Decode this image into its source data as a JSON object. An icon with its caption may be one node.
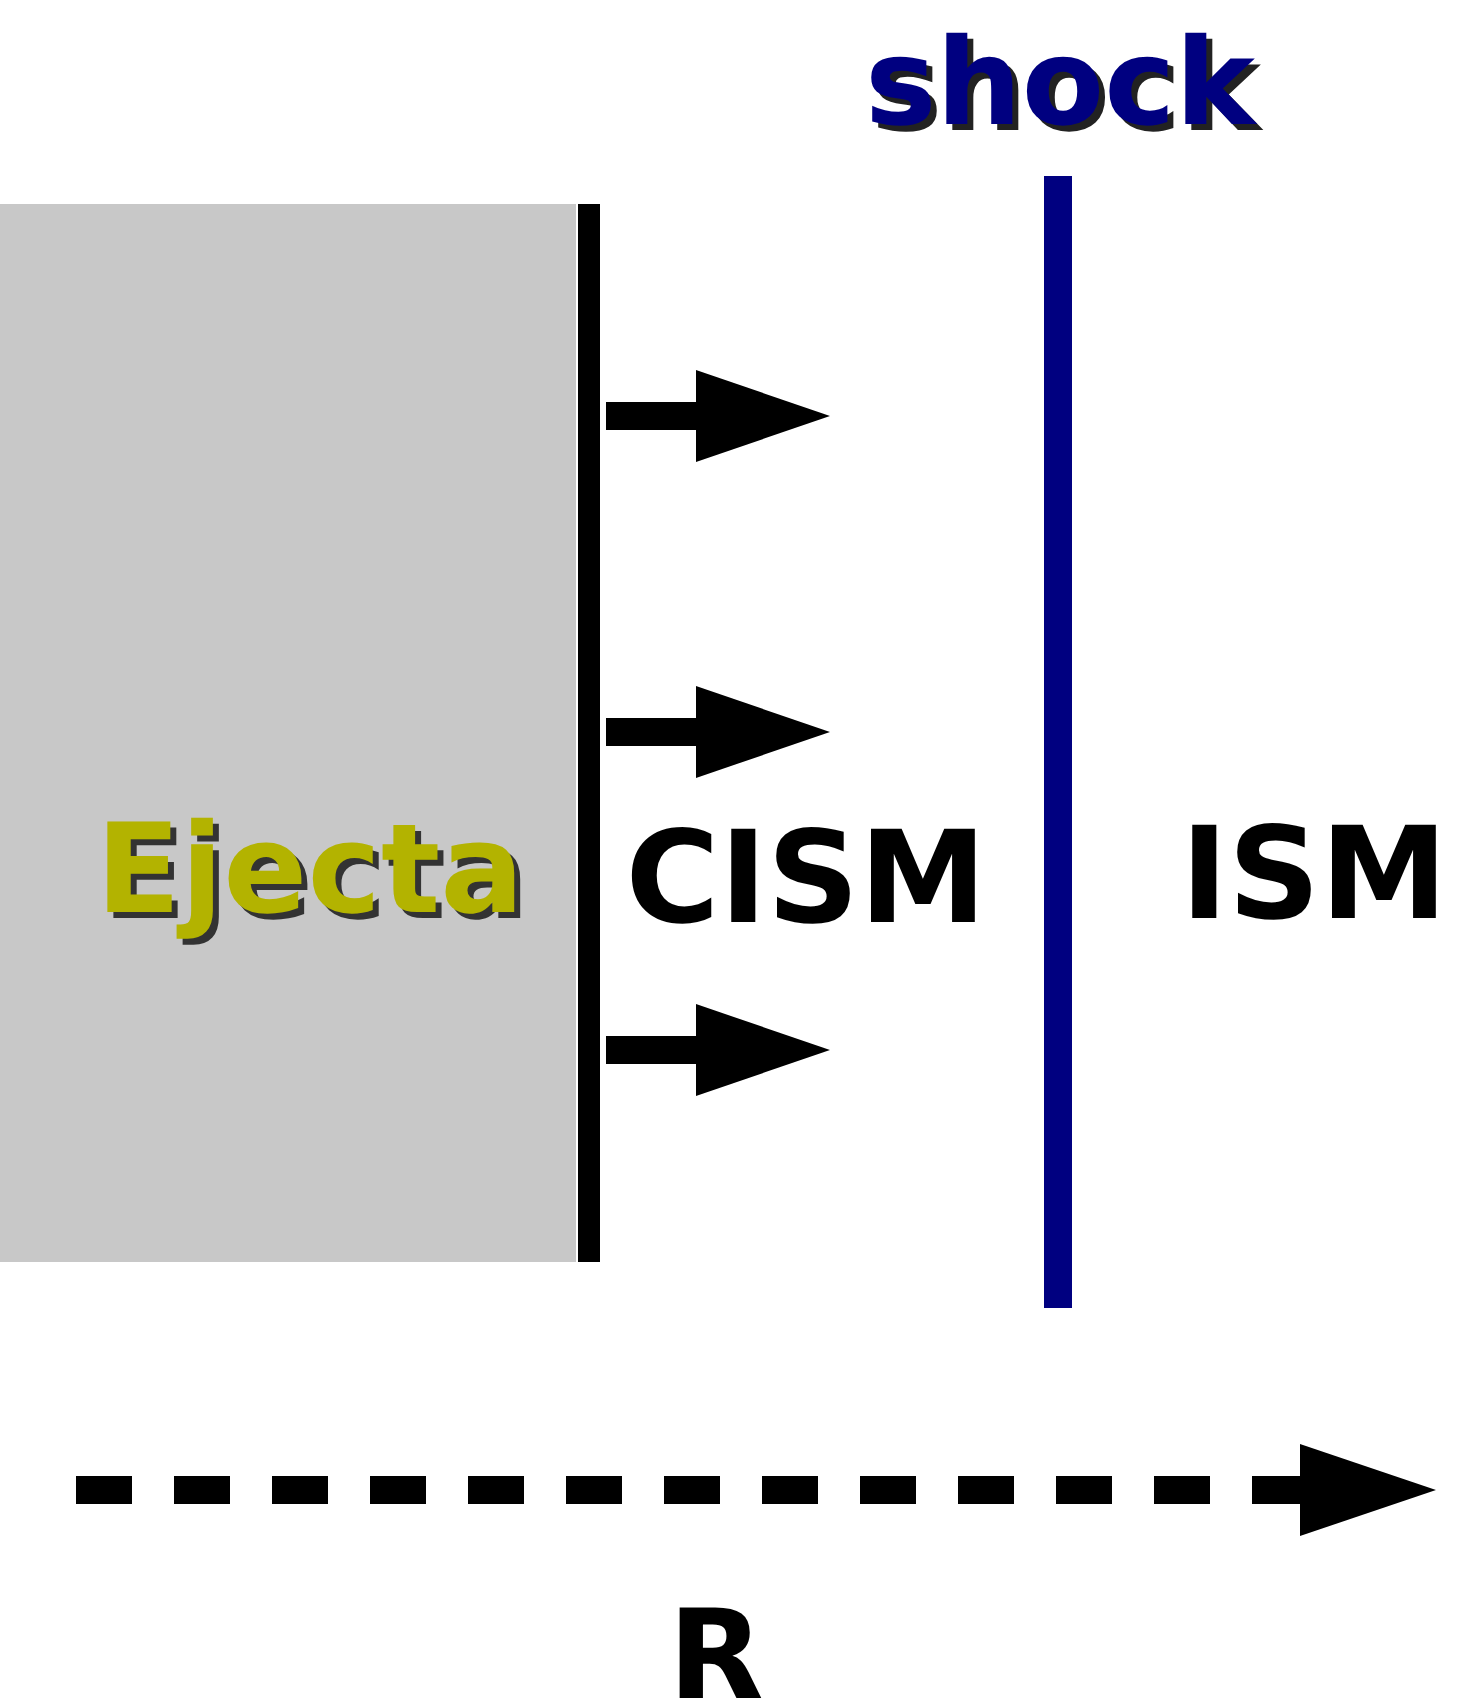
{
  "diagram": {
    "nodes": [
      {
        "text": [
          "Ejecta"
        ]
      },
      {
        "text": [
          "shock"
        ]
      }
    ],
    "labels": [
      "CISM",
      "ISM",
      "R"
    ]
  }
}
